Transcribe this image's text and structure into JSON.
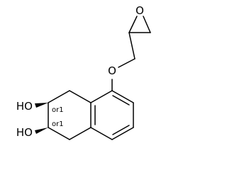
{
  "structure": {
    "atoms": {
      "epoxide_oxygen": "O",
      "ether_oxygen": "O",
      "hydroxyl_top": "HO",
      "hydroxyl_bottom": "HO"
    },
    "stereo_labels": {
      "upper": "or1",
      "lower": "or1"
    }
  },
  "colors": {
    "ink": "#000000",
    "background": "#ffffff"
  }
}
